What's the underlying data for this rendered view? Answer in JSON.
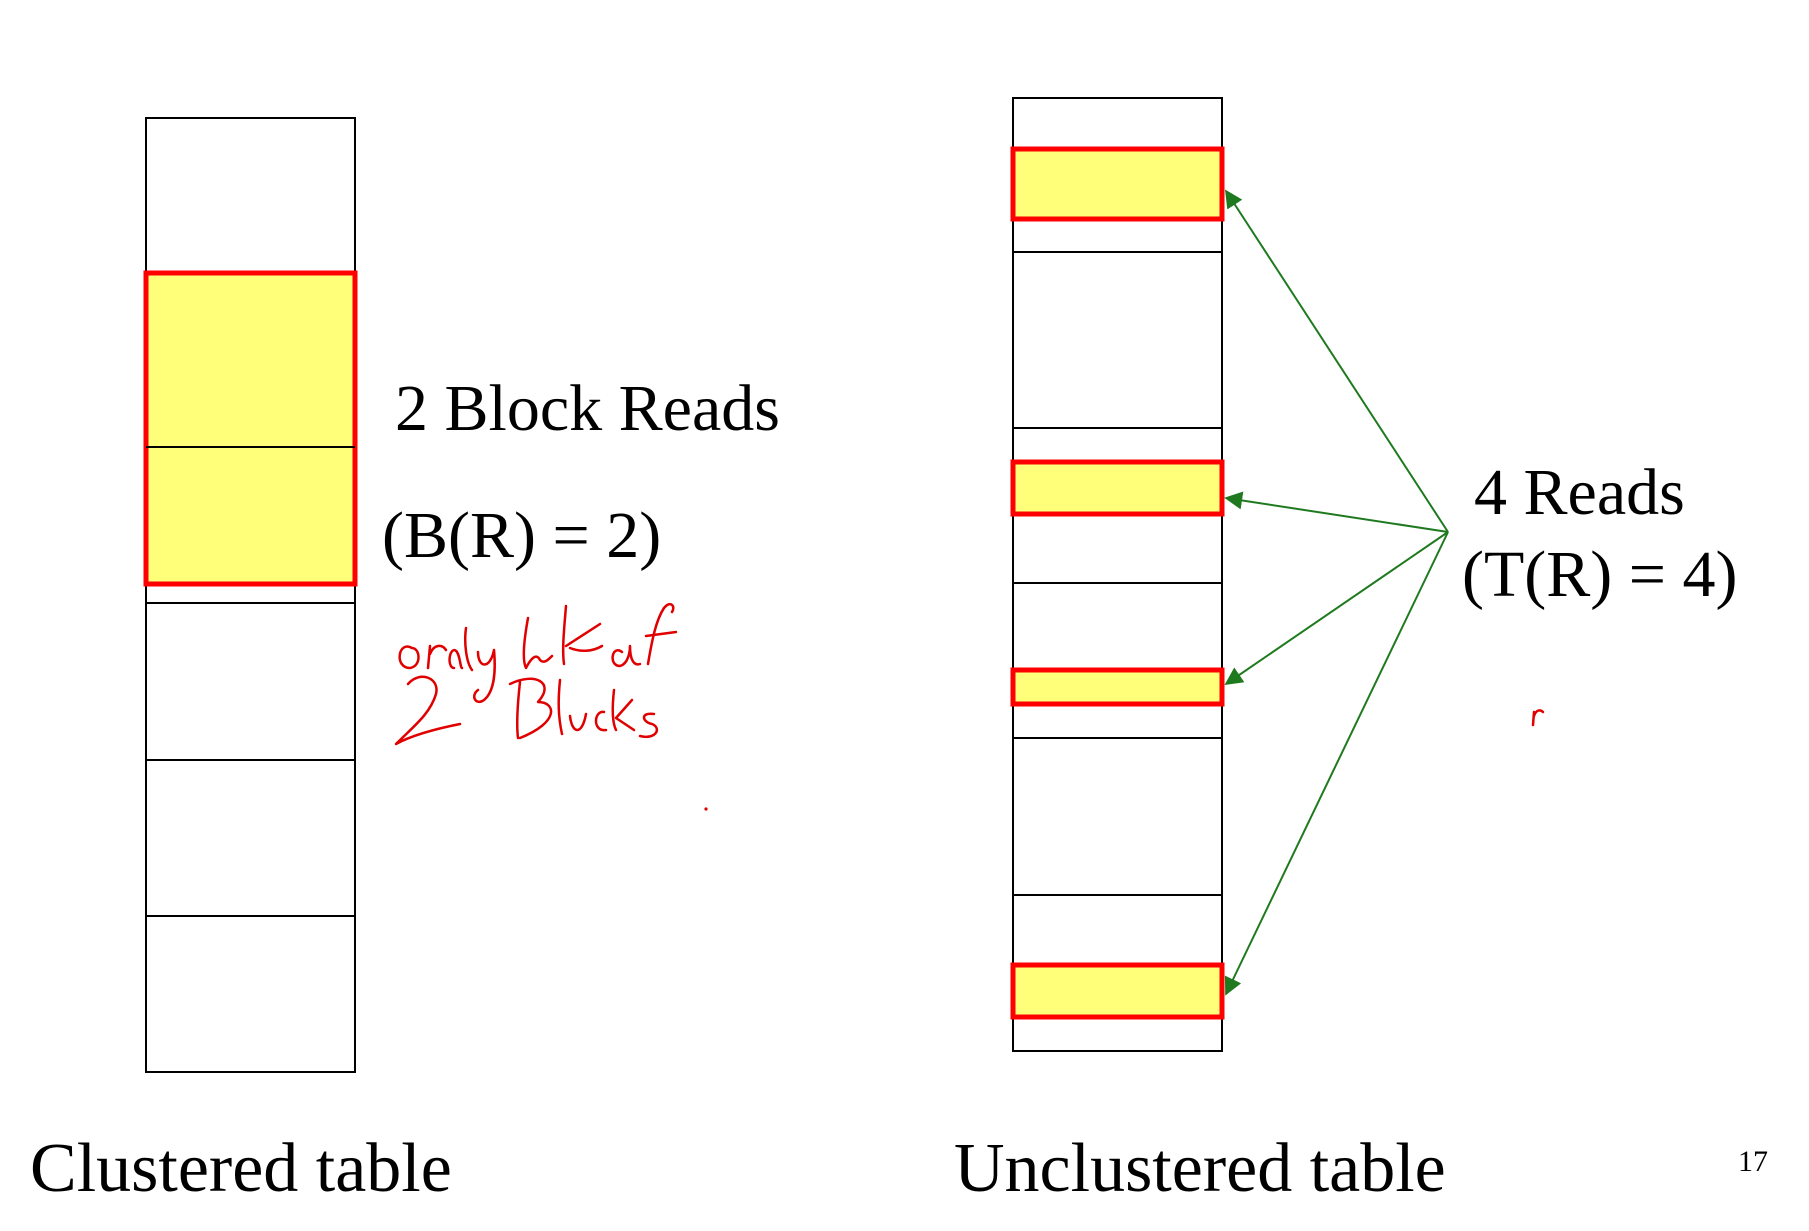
{
  "clustered": {
    "caption": "Clustered table",
    "reads_label": "2 Block Reads",
    "formula_label": "(B(R) = 2)",
    "annotation_lines": [
      "only look at",
      "2 Blocks"
    ]
  },
  "unclustered": {
    "caption": "Unclustered table",
    "reads_label": "4 Reads",
    "formula_label": "(T(R) = 4)"
  },
  "slide_number": "17",
  "colors": {
    "highlight_fill": "#ffff7a",
    "highlight_border": "#ff0000",
    "arrow": "#1f7a1f",
    "ink": "#e00000",
    "outline": "#000000"
  }
}
